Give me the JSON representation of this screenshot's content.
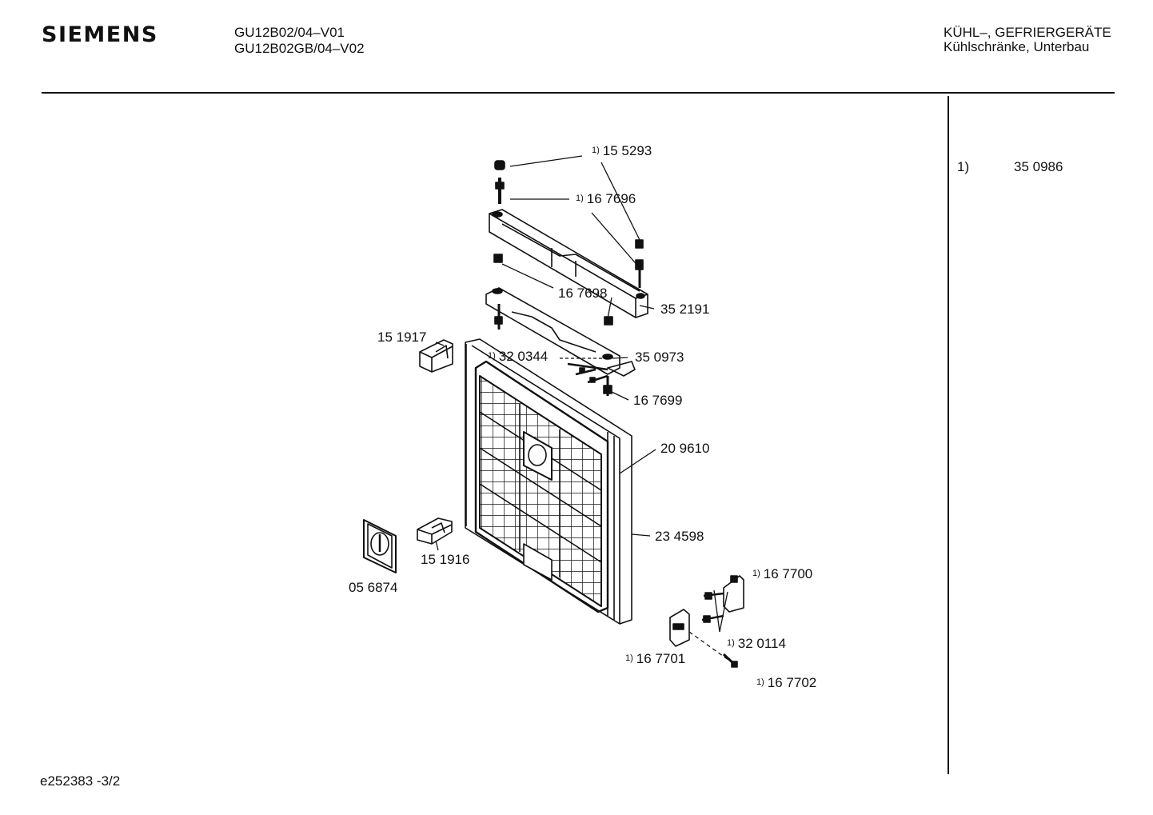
{
  "header": {
    "brand": "SIEMENS",
    "models": [
      "GU12B02/04–V01",
      "GU12B02GB/04–V02"
    ],
    "category_line1": "KÜHL–, GEFRIERGERÄTE",
    "category_line2": "Kühlschränke, Unterbau"
  },
  "side_note": {
    "marker": "1)",
    "part_number": "35 0986"
  },
  "parts": [
    {
      "number": "15 5293",
      "note": "1)"
    },
    {
      "number": "16 7696",
      "note": "1)"
    },
    {
      "number": "16 7698",
      "note": ""
    },
    {
      "number": "35 2191",
      "note": ""
    },
    {
      "number": "15 1917",
      "note": ""
    },
    {
      "number": "32 0344",
      "note": "1)"
    },
    {
      "number": "35 0973",
      "note": ""
    },
    {
      "number": "16 7699",
      "note": ""
    },
    {
      "number": "20 9610",
      "note": ""
    },
    {
      "number": "23 4598",
      "note": ""
    },
    {
      "number": "15 1916",
      "note": ""
    },
    {
      "number": "05 6874",
      "note": ""
    },
    {
      "number": "16 7700",
      "note": "1)"
    },
    {
      "number": "32 0114",
      "note": "1)"
    },
    {
      "number": "16 7701",
      "note": "1)"
    },
    {
      "number": "16 7702",
      "note": "1)"
    }
  ],
  "footer": {
    "code": "e252383 -3/2"
  }
}
